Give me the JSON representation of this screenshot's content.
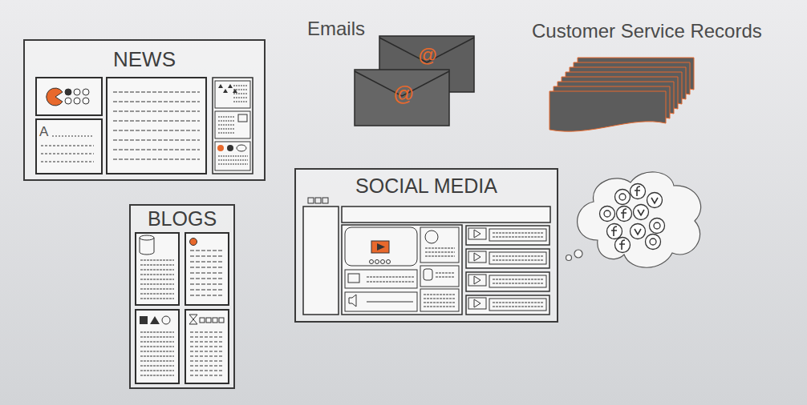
{
  "diagram": {
    "nodes": [
      {
        "text": [
          "NEWS"
        ]
      },
      {
        "text": [
          "SOCIAL MEDIA"
        ]
      },
      {
        "text": [
          "BLOGS"
        ]
      }
    ],
    "labels": [
      "Emails",
      "@",
      "@",
      "Customer Service Records",
      "A"
    ]
  }
}
